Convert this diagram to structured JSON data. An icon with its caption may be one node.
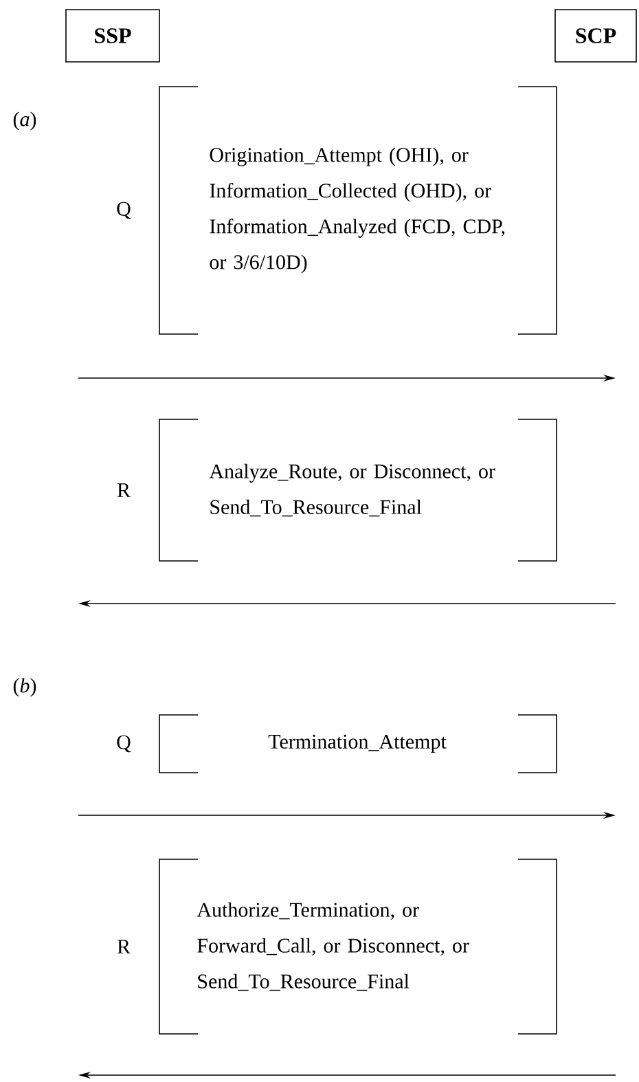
{
  "diagram": {
    "nodes": [
      {
        "text": [
          "SSP"
        ]
      },
      {
        "text": [
          "SCP"
        ]
      },
      {
        "text": [
          "Origination_Attempt (OHI), or Information_Collected (OHD), or Information_Analyzed (FCD, CDP, or 3/6/10D)"
        ],
        "beside": [
          "Q"
        ]
      },
      {
        "text": [
          "Analyze_Route, or Disconnect, or Send_To_Resource_Final"
        ],
        "beside": [
          "R"
        ]
      },
      {
        "text": [
          "Termination_Attempt"
        ],
        "beside": [
          "Q"
        ]
      },
      {
        "text": [
          "Authorize_Termination, or Forward_Call, or Disconnect, or Send_To_Resource_Final"
        ],
        "beside": [
          "R"
        ]
      }
    ],
    "labels": [
      "(*a*)",
      "(*b*)"
    ]
  }
}
